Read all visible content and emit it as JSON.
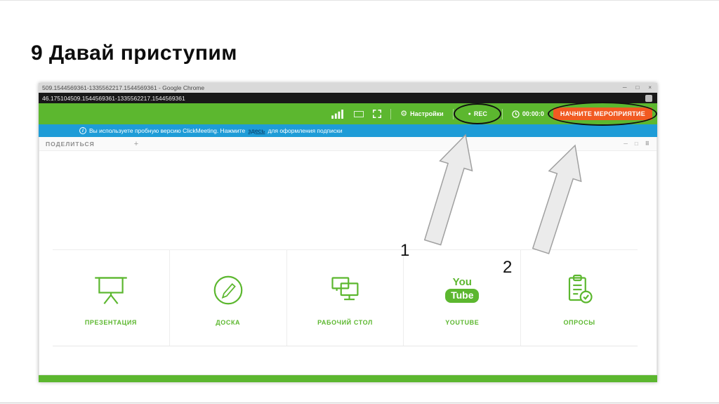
{
  "slide": {
    "title": "9 Давай приступим",
    "annotations": {
      "one": "1",
      "two": "2"
    }
  },
  "browser": {
    "window_title": "509.1544569361-1335562217.1544569361 - Google Chrome",
    "address": "46.175104509.1544569361-1335562217.1544569361"
  },
  "toolbar": {
    "settings_label": "Настройки",
    "rec_label": "REC",
    "timer": "00:00:0",
    "start_button_label": "НАЧНИТЕ МЕРОПРИЯТИЕ"
  },
  "trial_banner": {
    "prefix": "Вы используете пробную версию ClickMeeting. Нажмите",
    "link_label": "здесь",
    "suffix": "для оформления подписки"
  },
  "share_panel": {
    "tab_label": "ПОДЕЛИТЬСЯ",
    "add_label": "+"
  },
  "tiles": [
    {
      "label": "ПРЕЗЕНТАЦИЯ",
      "icon": "presentation-screen-icon"
    },
    {
      "label": "ДОСКА",
      "icon": "pencil-circle-icon"
    },
    {
      "label": "РАБОЧИЙ СТОЛ",
      "icon": "desktop-monitors-icon"
    },
    {
      "label": "YOUTUBE",
      "icon": "youtube-logo-icon",
      "logo_top": "You",
      "logo_bottom": "Tube"
    },
    {
      "label": "ОПРОСЫ",
      "icon": "polls-clipboard-icon"
    }
  ],
  "glyphs": {
    "minimize": "─",
    "maximize": "□",
    "close": "×",
    "info": "i",
    "gear": "⚙",
    "rec_dot": "●",
    "panel_minimize": "─",
    "panel_restore": "□",
    "panel_grid": "⠿"
  },
  "colors": {
    "green": "#5cb72f",
    "blue": "#1e9cd7",
    "orange": "#f15a22",
    "annotation": "#111111"
  }
}
